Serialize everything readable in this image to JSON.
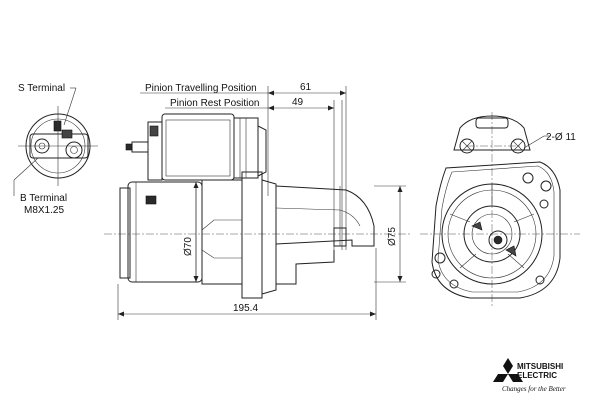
{
  "labels": {
    "s_terminal": "S Terminal",
    "b_terminal": "B Terminal",
    "b_terminal_thread": "M8X1.25",
    "pinion_travelling": "Pinion Travelling Position",
    "pinion_rest": "Pinion Rest Position",
    "holes": "2-Ø 11"
  },
  "dimensions": {
    "travel": "61",
    "rest": "49",
    "body_diameter": "Ø70",
    "flange_diameter": "Ø75",
    "overall_length": "195.4"
  },
  "logo": {
    "line1": "MITSUBISHI",
    "line2": "ELECTRIC",
    "tagline": "Changes for the Better"
  }
}
